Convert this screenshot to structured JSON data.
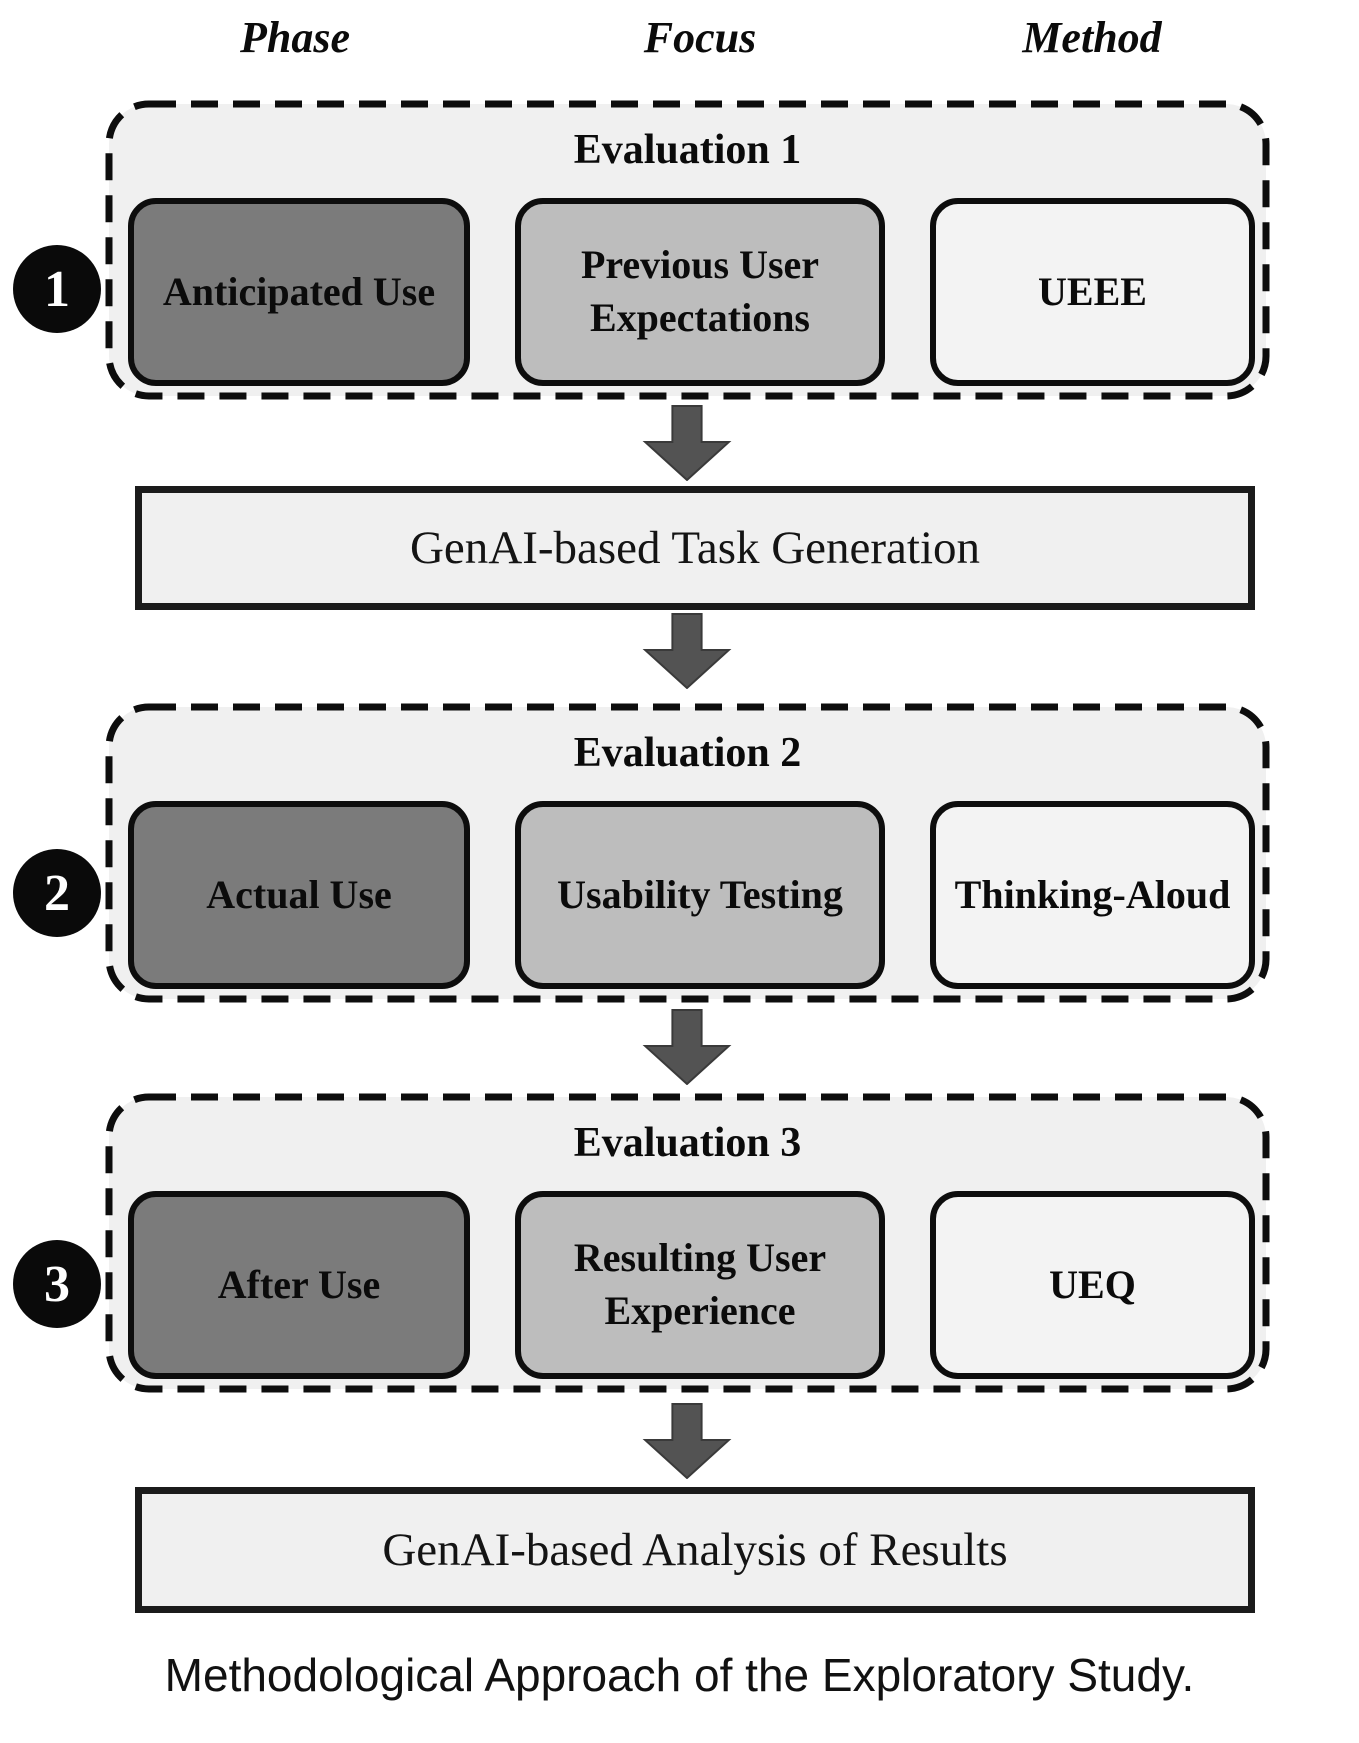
{
  "columns": {
    "phase": "Phase",
    "focus": "Focus",
    "method": "Method"
  },
  "evaluations": [
    {
      "number": "1",
      "title": "Evaluation 1",
      "phase": "Anticipated Use",
      "focus": "Previous User Expectations",
      "method": "UEEE"
    },
    {
      "number": "2",
      "title": "Evaluation 2",
      "phase": "Actual Use",
      "focus": "Usability Testing",
      "method": "Thinking-Aloud"
    },
    {
      "number": "3",
      "title": "Evaluation 3",
      "phase": "After Use",
      "focus": "Resulting User Experience",
      "method": "UEQ"
    }
  ],
  "process_boxes": {
    "task_generation": "GenAI-based Task Generation",
    "analysis": "GenAI-based Analysis of Results"
  },
  "caption": "Methodological Approach of the Exploratory Study.",
  "colors": {
    "phase_box_fill": "#7b7b7b",
    "focus_box_fill": "#bdbdbd",
    "method_box_fill": "#f3f3f3",
    "panel_fill": "#f0f0f0",
    "process_box_fill": "#f0f0f0",
    "arrow_fill": "#535353",
    "arrow_stroke": "#3a3a3a",
    "border_color": "#0d0d0d",
    "circle_fill": "#0a0a0a",
    "circle_text": "#ffffff"
  }
}
